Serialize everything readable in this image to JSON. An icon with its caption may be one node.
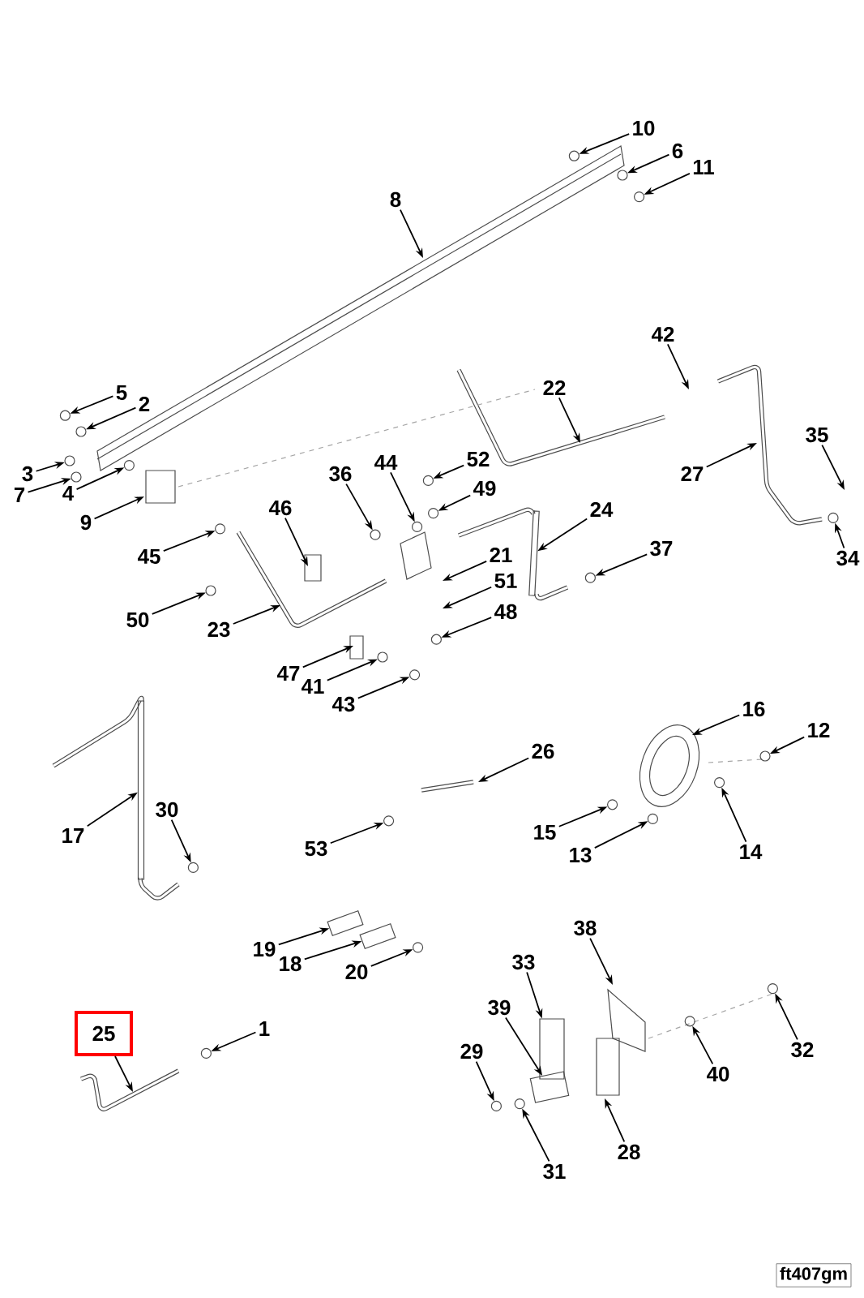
{
  "diagram": {
    "nodes": [
      {
        "text": [
          "10"
        ]
      },
      {
        "text": [
          "6"
        ]
      },
      {
        "text": [
          "11"
        ]
      },
      {
        "text": [
          "8"
        ]
      },
      {
        "text": [
          "42"
        ]
      },
      {
        "text": [
          "22"
        ]
      },
      {
        "text": [
          "5"
        ]
      },
      {
        "text": [
          "2"
        ]
      },
      {
        "text": [
          "35"
        ]
      },
      {
        "text": [
          "52"
        ]
      },
      {
        "text": [
          "44"
        ]
      },
      {
        "text": [
          "36"
        ]
      },
      {
        "text": [
          "3"
        ]
      },
      {
        "text": [
          "27"
        ]
      },
      {
        "text": [
          "49"
        ]
      },
      {
        "text": [
          "4"
        ]
      },
      {
        "text": [
          "7"
        ]
      },
      {
        "text": [
          "46"
        ]
      },
      {
        "text": [
          "24"
        ]
      },
      {
        "text": [
          "9"
        ]
      },
      {
        "text": [
          "37"
        ]
      },
      {
        "text": [
          "21"
        ]
      },
      {
        "text": [
          "45"
        ]
      },
      {
        "text": [
          "34"
        ]
      },
      {
        "text": [
          "51"
        ]
      },
      {
        "text": [
          "48"
        ]
      },
      {
        "text": [
          "50"
        ]
      },
      {
        "text": [
          "23"
        ]
      },
      {
        "text": [
          "47"
        ]
      },
      {
        "text": [
          "41"
        ]
      },
      {
        "text": [
          "43"
        ]
      },
      {
        "text": [
          "16"
        ]
      },
      {
        "text": [
          "12"
        ]
      },
      {
        "text": [
          "26"
        ]
      },
      {
        "text": [
          "30"
        ]
      },
      {
        "text": [
          "15"
        ]
      },
      {
        "text": [
          "17"
        ]
      },
      {
        "text": [
          "53"
        ]
      },
      {
        "text": [
          "13"
        ]
      },
      {
        "text": [
          "14"
        ]
      },
      {
        "text": [
          "38"
        ]
      },
      {
        "text": [
          "19"
        ]
      },
      {
        "text": [
          "33"
        ]
      },
      {
        "text": [
          "18"
        ]
      },
      {
        "text": [
          "20"
        ]
      },
      {
        "text": [
          "39"
        ]
      },
      {
        "text": [
          "1"
        ]
      },
      {
        "text": [
          "25"
        ]
      },
      {
        "text": [
          "29"
        ]
      },
      {
        "text": [
          "32"
        ]
      },
      {
        "text": [
          "40"
        ]
      },
      {
        "text": [
          "28"
        ]
      },
      {
        "text": [
          "31"
        ]
      },
      {
        "text": [
          "ft407gm"
        ]
      },
      {
        "text": [],
        "shape": "circle"
      },
      {
        "text": [],
        "shape": "circle"
      },
      {
        "text": [],
        "shape": "circle"
      },
      {
        "text": [],
        "shape": "circle"
      },
      {
        "text": [],
        "shape": "bar"
      },
      {
        "text": [],
        "shape": "circle"
      },
      {
        "text": [],
        "shape": "circle"
      },
      {
        "text": [],
        "shape": "circle"
      },
      {
        "text": [],
        "shape": "bar"
      },
      {
        "text": [],
        "shape": "box"
      },
      {
        "text": [],
        "shape": "box"
      },
      {
        "text": [],
        "shape": "box"
      },
      {
        "text": [],
        "shape": "circle"
      },
      {
        "text": [],
        "shape": "circle"
      },
      {
        "text": [],
        "shape": "box"
      },
      {
        "text": [],
        "shape": "circle"
      },
      {
        "text": [],
        "shape": "circle"
      },
      {
        "text": [],
        "shape": "circle"
      },
      {
        "text": [],
        "shape": "circle"
      },
      {
        "text": [],
        "shape": "circle"
      },
      {
        "text": [],
        "shape": "circle"
      },
      {
        "text": [],
        "shape": "circle"
      },
      {
        "text": [],
        "shape": "circle"
      },
      {
        "text": [],
        "shape": "circle"
      },
      {
        "text": [],
        "shape": "circle"
      },
      {
        "text": [],
        "shape": "circle"
      },
      {
        "text": [],
        "shape": "circle"
      },
      {
        "text": [],
        "shape": "circle"
      },
      {
        "text": [],
        "shape": "circle"
      },
      {
        "text": [],
        "shape": "circle"
      },
      {
        "text": [],
        "shape": "circle"
      },
      {
        "text": [],
        "shape": "circle"
      },
      {
        "text": [],
        "shape": "circle"
      },
      {
        "text": [],
        "shape": "circle"
      },
      {
        "text": [],
        "shape": "circle"
      },
      {
        "text": [],
        "shape": "circle"
      },
      {
        "text": [],
        "shape": "circle"
      }
    ],
    "edges": [
      {
        "from": 0,
        "to": 69,
        "arrow": "to"
      },
      {
        "from": 1,
        "to": 54,
        "arrow": "to"
      },
      {
        "from": 2,
        "to": 70,
        "arrow": "to"
      },
      {
        "from": 3,
        "to": null,
        "arrow": "to"
      },
      {
        "from": 4,
        "to": null,
        "arrow": "to"
      },
      {
        "from": 5,
        "to": null,
        "arrow": "to"
      },
      {
        "from": 6,
        "to": 66,
        "arrow": "to"
      },
      {
        "from": 7,
        "to": 55,
        "arrow": "to"
      },
      {
        "from": 8,
        "to": null,
        "arrow": "to"
      },
      {
        "from": 9,
        "to": 71,
        "arrow": "to"
      },
      {
        "from": 10,
        "to": 72,
        "arrow": "to"
      },
      {
        "from": 11,
        "to": 73,
        "arrow": "to"
      },
      {
        "from": 12,
        "to": 56,
        "arrow": "to"
      },
      {
        "from": 13,
        "to": null,
        "arrow": "to"
      },
      {
        "from": 14,
        "to": 74,
        "arrow": "to"
      },
      {
        "from": 15,
        "to": 75,
        "arrow": "to"
      },
      {
        "from": 16,
        "to": 57,
        "arrow": "to"
      },
      {
        "from": 17,
        "to": null,
        "arrow": "to"
      },
      {
        "from": 18,
        "to": 58,
        "arrow": "to"
      },
      {
        "from": 19,
        "to": null,
        "arrow": "to"
      },
      {
        "from": 20,
        "to": 76,
        "arrow": "to"
      },
      {
        "from": 21,
        "to": null,
        "arrow": "to"
      },
      {
        "from": 22,
        "to": 77,
        "arrow": "to"
      },
      {
        "from": 23,
        "to": 78,
        "arrow": "to"
      },
      {
        "from": 24,
        "to": null,
        "arrow": "to"
      },
      {
        "from": 25,
        "to": 79,
        "arrow": "to"
      },
      {
        "from": 26,
        "to": 59,
        "arrow": "to"
      },
      {
        "from": 27,
        "to": null,
        "arrow": "to"
      },
      {
        "from": 28,
        "to": null,
        "arrow": "to"
      },
      {
        "from": 29,
        "to": 60,
        "arrow": "to"
      },
      {
        "from": 30,
        "to": 80,
        "arrow": "to"
      },
      {
        "from": 31,
        "to": null,
        "arrow": "to"
      },
      {
        "from": 32,
        "to": 61,
        "arrow": "to"
      },
      {
        "from": 33,
        "to": null,
        "arrow": "to"
      },
      {
        "from": 34,
        "to": 81,
        "arrow": "to"
      },
      {
        "from": 35,
        "to": 82,
        "arrow": "to"
      },
      {
        "from": 36,
        "to": 62,
        "arrow": "to"
      },
      {
        "from": 37,
        "to": 83,
        "arrow": "to"
      },
      {
        "from": 38,
        "to": 84,
        "arrow": "to"
      },
      {
        "from": 39,
        "to": 85,
        "arrow": "to"
      },
      {
        "from": 40,
        "to": null,
        "arrow": "to"
      },
      {
        "from": 41,
        "to": 63,
        "arrow": "to"
      },
      {
        "from": 42,
        "to": 64,
        "arrow": "to"
      },
      {
        "from": 43,
        "to": 65,
        "arrow": "to"
      },
      {
        "from": 44,
        "to": 67,
        "arrow": "to"
      },
      {
        "from": 45,
        "to": 68,
        "arrow": "to"
      },
      {
        "from": 46,
        "to": 86,
        "arrow": "to"
      },
      {
        "from": 47,
        "to": null,
        "arrow": "to"
      },
      {
        "from": 48,
        "to": 87,
        "arrow": "to"
      },
      {
        "from": 49,
        "to": 88,
        "arrow": "to"
      },
      {
        "from": 50,
        "to": 89,
        "arrow": "to"
      },
      {
        "from": 51,
        "to": null,
        "arrow": "to"
      },
      {
        "from": 52,
        "to": 90,
        "arrow": "to"
      }
    ]
  }
}
